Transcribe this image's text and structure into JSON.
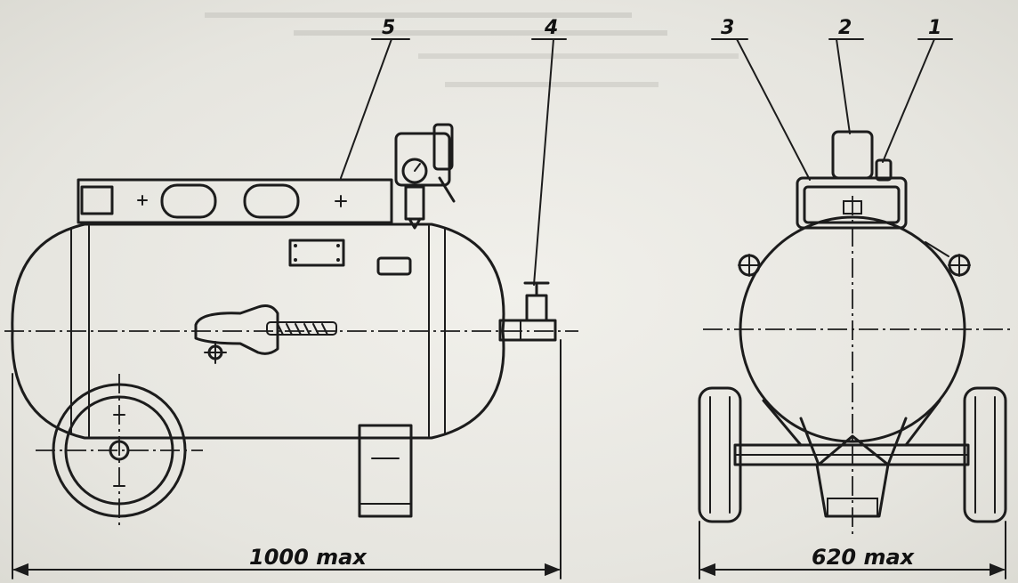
{
  "callouts": [
    {
      "id": "c5",
      "label": "5"
    },
    {
      "id": "c4",
      "label": "4"
    },
    {
      "id": "c3",
      "label": "3"
    },
    {
      "id": "c2",
      "label": "2"
    },
    {
      "id": "c1",
      "label": "1"
    }
  ],
  "dimensions": {
    "side_width": "1000 max",
    "front_width": "620 max"
  }
}
